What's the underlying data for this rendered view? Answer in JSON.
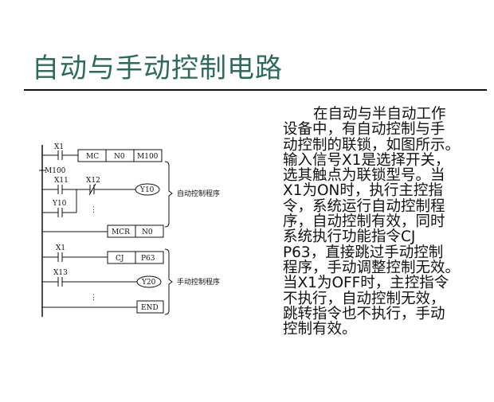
{
  "title": "自动与手动控制电路",
  "description_lines": [
    "在自动与半自动工作",
    "设备中，有自动控制与手",
    "动控制的联锁，如图所示。",
    "输入信号X1是选择开关，",
    "选其触点为联锁型号。当",
    "X1为ON时，执行主控指",
    "令，系统运行自动控制程",
    "序，自动控制有效，同时",
    "系统执行功能指令CJ",
    "P63，直接跳过手动控制",
    "程序，手动调整控制无效。",
    "当X1为OFF时，主控指令",
    "不执行，自动控制无效，",
    "跳转指令也不执行，手动",
    "控制有效。"
  ],
  "ladder": {
    "contacts": [
      "X1",
      "M100",
      "X11",
      "X12",
      "Y10",
      "X1",
      "X13"
    ],
    "mc_instruction": [
      "MC",
      "N0",
      "M100"
    ],
    "coils": [
      "Y10",
      "Y20"
    ],
    "mcr_instruction": [
      "MCR",
      "N0"
    ],
    "cj_instruction": [
      "CJ",
      "P63"
    ],
    "end_instruction": "END",
    "ellipsis": "⋮",
    "auto_section_label": "自动控制程序",
    "manual_section_label": "手动控制程序"
  },
  "colors": {
    "title": "#2e6b5c"
  }
}
